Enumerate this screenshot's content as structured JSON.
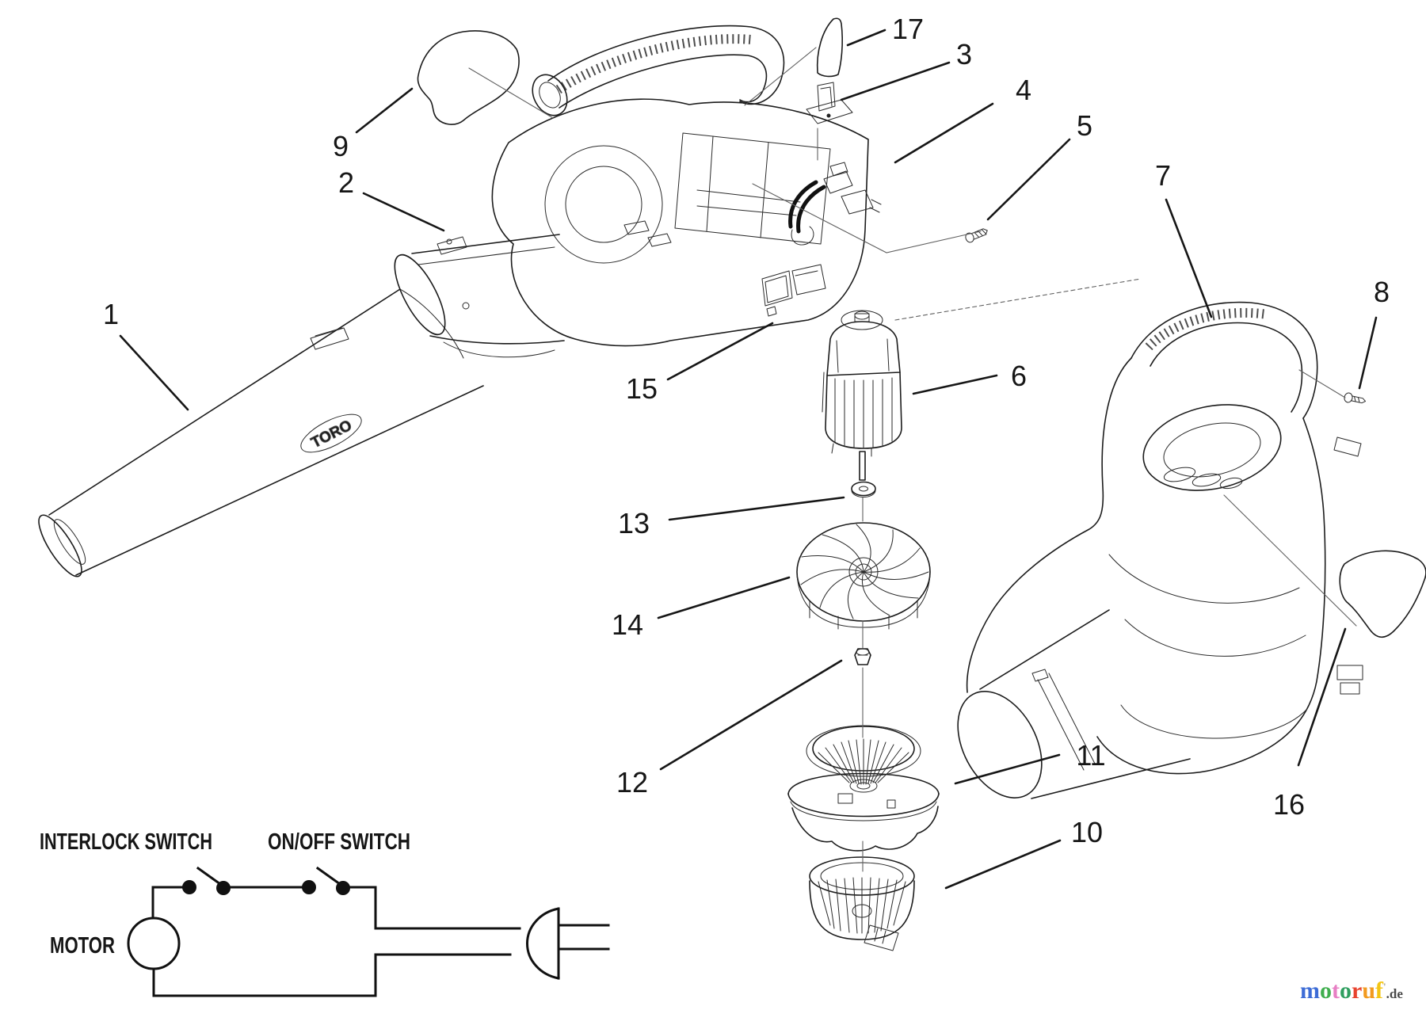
{
  "diagram": {
    "tube_logo": "TORO"
  },
  "callouts": {
    "c1": "1",
    "c2": "2",
    "c3": "3",
    "c4": "4",
    "c5": "5",
    "c6": "6",
    "c7": "7",
    "c8": "8",
    "c9": "9",
    "c10": "10",
    "c11": "11",
    "c12": "12",
    "c13": "13",
    "c14": "14",
    "c15": "15",
    "c16": "16",
    "c17": "17"
  },
  "circuit": {
    "interlock_label": "INTERLOCK SWITCH",
    "onoff_label": "ON/OFF SWITCH",
    "motor_label": "MOTOR"
  },
  "watermark": {
    "letters": [
      {
        "char": "m",
        "color": "#3d6cd6"
      },
      {
        "char": "o",
        "color": "#3fae4e"
      },
      {
        "char": "t",
        "color": "#e77fc4"
      },
      {
        "char": "o",
        "color": "#2f9e5f"
      },
      {
        "char": "r",
        "color": "#e8432e"
      },
      {
        "char": "u",
        "color": "#f29a1f"
      },
      {
        "char": "f",
        "color": "#f3c514"
      }
    ],
    "tick": "'",
    "suffix": ".de",
    "suffix_color": "#4a4a4a"
  },
  "colors": {
    "ink": "#1c1c1c",
    "thin_line": "#606060",
    "background": "#ffffff"
  }
}
